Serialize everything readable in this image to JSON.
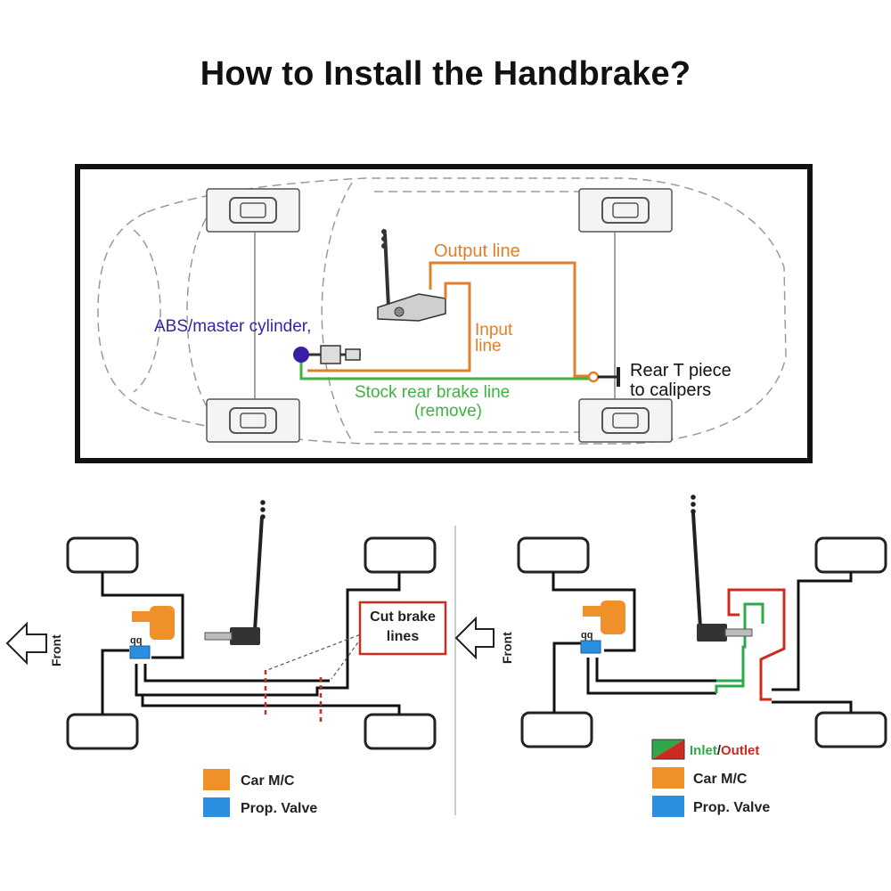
{
  "title": "How to Install the Handbrake?",
  "top_diagram": {
    "abs_label": "ABS/master cylinder,",
    "output_line_label": "Output line",
    "input_line_label": [
      "Input",
      "line"
    ],
    "stock_line_label": [
      "Stock rear brake line",
      "(remove)"
    ],
    "rear_t_label": [
      "Rear T piece",
      "to calipers"
    ]
  },
  "left_diagram": {
    "front_label": "Front",
    "cut_label": [
      "Cut brake",
      "lines"
    ],
    "legend": [
      {
        "label": "Car M/C",
        "color": "#f0902a"
      },
      {
        "label": "Prop. Valve",
        "color": "#2b8fe0"
      }
    ]
  },
  "right_diagram": {
    "front_label": "Front",
    "legend_inlet": "Inlet",
    "legend_slash": "/",
    "legend_outlet": "Outlet",
    "legend": [
      {
        "label": "Car M/C",
        "color": "#f0902a"
      },
      {
        "label": "Prop. Valve",
        "color": "#2b8fe0"
      }
    ]
  },
  "colors": {
    "orange_line": "#e07f2a",
    "green_line": "#3fb23f",
    "purple": "#3a1fa6",
    "red_cut": "#cc2b1f",
    "outlet_red": "#cc2b1f",
    "inlet_green": "#2ea84a"
  }
}
